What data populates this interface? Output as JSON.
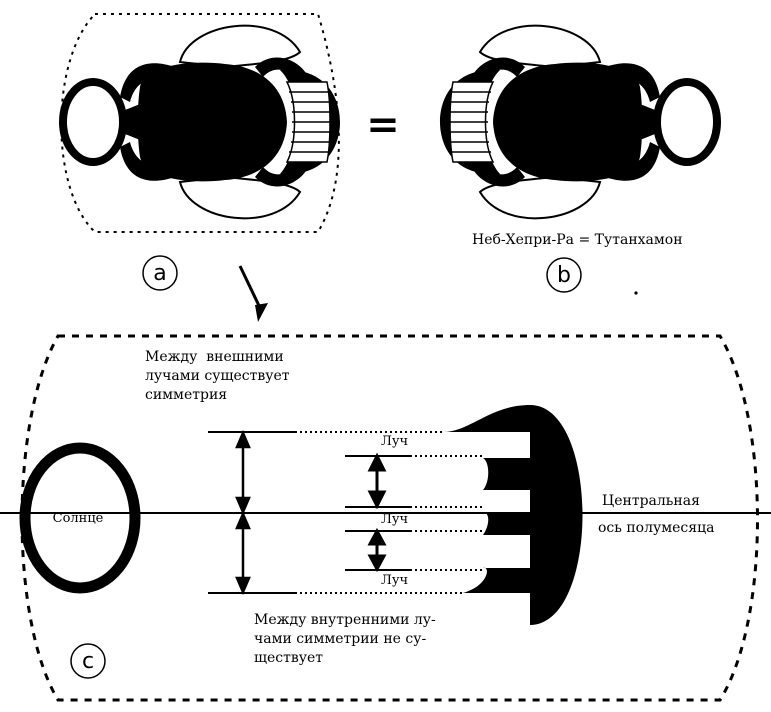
{
  "panel_a": {
    "label": "a"
  },
  "panel_b": {
    "label": "b",
    "caption": "Неб-Хепри-Ра = Тутанхамон"
  },
  "equals": "=",
  "panel_c": {
    "label": "c",
    "sun_label": "Солнце",
    "outer_note": [
      "Между  внешними",
      "лучами существует",
      "симметрия"
    ],
    "inner_note": [
      "Между внутренними лу-",
      "чами симметрии не су-",
      "ществует"
    ],
    "ray_labels": [
      "Луч",
      "Луч",
      "Луч"
    ],
    "axis_label": [
      "Центральная",
      "ось полумесяца"
    ]
  }
}
